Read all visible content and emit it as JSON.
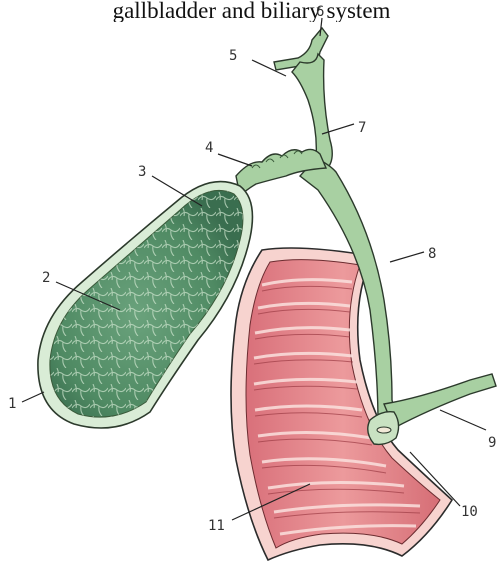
{
  "title": "gallbladder and biliary system",
  "colors": {
    "bile_green": "#9cc79a",
    "gallbladder_dark": "#3e7a57",
    "wall_light": "#dfeedd",
    "duodenum_pink": "#e98a8e",
    "duodenum_light": "#f6d0cc",
    "outline": "#2c3a2c"
  },
  "labels": [
    "1",
    "2",
    "3",
    "4",
    "5",
    "6",
    "7",
    "8",
    "9",
    "10",
    "11"
  ]
}
